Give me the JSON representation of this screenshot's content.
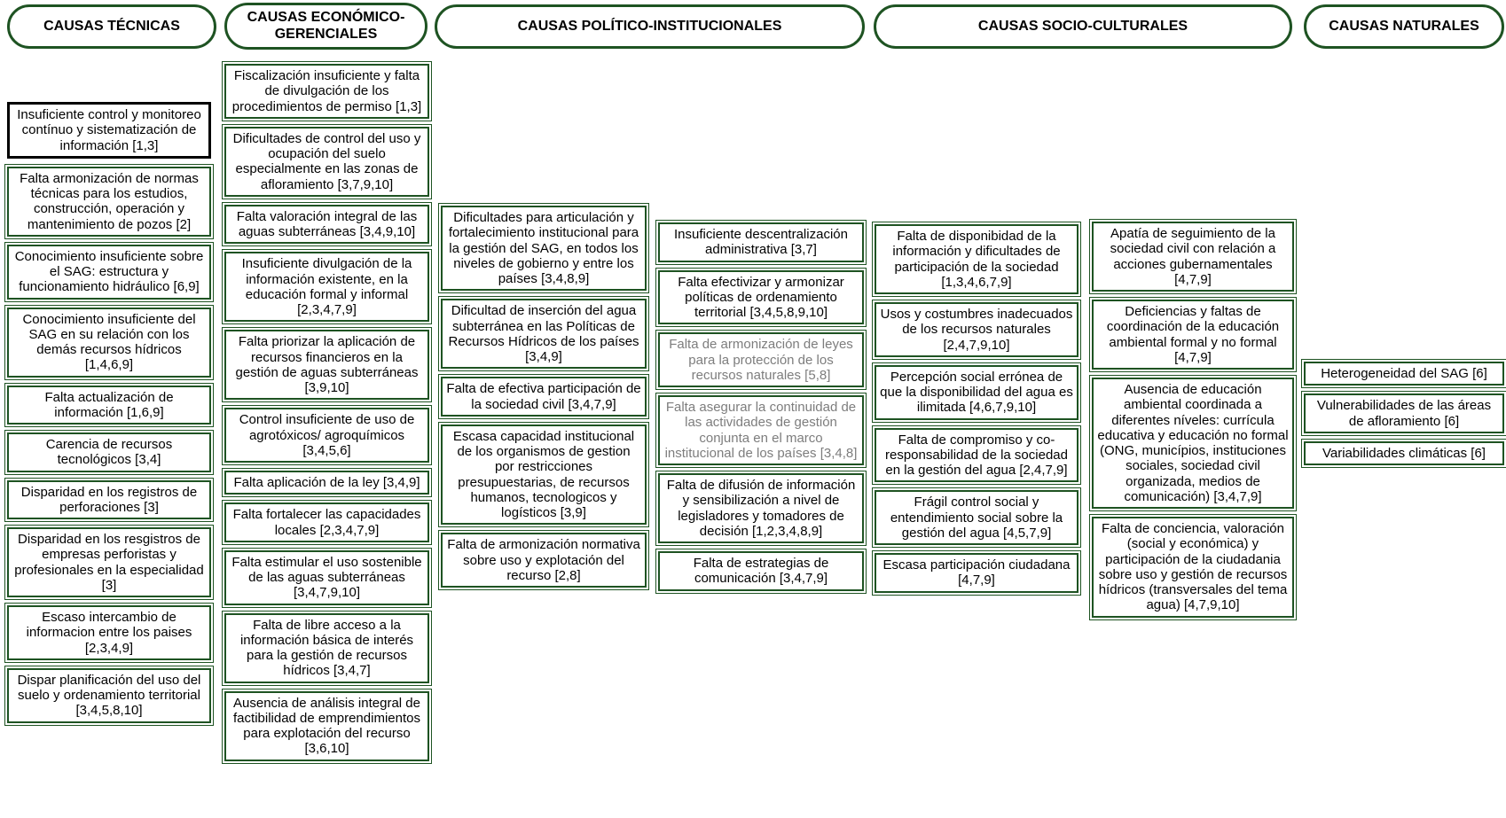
{
  "accent_colors": {
    "border_green": "#1e5322",
    "border_black": "#000000",
    "muted_text_gray": "#7d7d7d"
  },
  "columns": {
    "tecnicas": {
      "header": "CAUSAS TÉCNICAS",
      "boxes": [
        {
          "text": "Insuficiente control y monitoreo contínuo y sistematización de información [1,3]",
          "variant": "black"
        },
        {
          "text": "Falta armonización de normas técnicas para los estudios, construcción, operación y mantenimiento de pozos [2]"
        },
        {
          "text": "Conocimiento insuficiente sobre el SAG: estructura y funcionamiento hidráulico [6,9]"
        },
        {
          "text": "Conocimiento insuficiente del SAG en su relación con los demás recursos hídricos [1,4,6,9]"
        },
        {
          "text": "Falta actualización de información [1,6,9]"
        },
        {
          "text": "Carencia de recursos tecnológicos [3,4]"
        },
        {
          "text": "Disparidad en los registros de perforaciones [3]"
        },
        {
          "text": "Disparidad en los resgistros de empresas perforistas y profesionales en la especialidad [3]"
        },
        {
          "text": "Escaso intercambio de informacion entre los paises [2,3,4,9]"
        },
        {
          "text": "Dispar planificación del uso del suelo y ordenamiento territorial [3,4,5,8,10]"
        }
      ]
    },
    "economico": {
      "header": "CAUSAS ECONÓMICO-GERENCIALES",
      "boxes": [
        {
          "text": "Fiscalización insuficiente y falta de divulgación de los procedimientos de permiso [1,3]"
        },
        {
          "text": "Dificultades de control del uso y ocupación del suelo especialmente en las zonas de afloramiento [3,7,9,10]"
        },
        {
          "text": "Falta valoración integral de las aguas subterráneas [3,4,9,10]"
        },
        {
          "text": "Insuficiente divulgación de la información existente, en la educación formal y informal [2,3,4,7,9]"
        },
        {
          "text": "Falta priorizar la aplicación de recursos financieros en la gestión de aguas subterráneas [3,9,10]"
        },
        {
          "text": "Control insuficiente de uso de agrotóxicos/ agroquímicos [3,4,5,6]"
        },
        {
          "text": "Falta aplicación de la ley [3,4,9]"
        },
        {
          "text": "Falta fortalecer las capacidades locales [2,3,4,7,9]"
        },
        {
          "text": "Falta estimular el uso sostenible de las aguas subterráneas [3,4,7,9,10]"
        },
        {
          "text": "Falta de libre acceso a la información básica de interés para la gestión de recursos hídricos [3,4,7]"
        },
        {
          "text": "Ausencia de análisis integral de factibilidad de emprendimientos para explotación del recurso [3,6,10]"
        }
      ]
    },
    "politico": {
      "header": "CAUSAS POLÍTICO-INSTITUCIONALES",
      "sub1": [
        {
          "text": "Dificultades para articulación y fortalecimiento institucional para la gestión del SAG, en todos los niveles de gobierno y entre los países [3,4,8,9]"
        },
        {
          "text": "Dificultad de inserción del agua subterránea en las Políticas de Recursos Hídricos de los países [3,4,9]"
        },
        {
          "text": "Falta de efectiva participación de la sociedad civil [3,4,7,9]"
        },
        {
          "text": "Escasa capacidad institucional de los organismos de gestion por restricciones presupuestarias, de recursos humanos, tecnologicos y logísticos [3,9]"
        },
        {
          "text": "Falta de armonización normativa sobre uso y explotación del recurso [2,8]"
        }
      ],
      "sub2": [
        {
          "text": "Insuficiente descentralización administrativa [3,7]"
        },
        {
          "text": "Falta efectivizar y armonizar políticas de ordenamiento territorial [3,4,5,8,9,10]"
        },
        {
          "text": "Falta de armonización de leyes para la protección de los recursos naturales [5,8]",
          "variant": "gray-text"
        },
        {
          "text": "Falta asegurar la continuidad de las actividades de gestión conjunta en el marco institucional de los países [3,4,8]",
          "variant": "gray-text"
        },
        {
          "text": "Falta de difusión de información y sensibilización a nivel de legisladores y tomadores de decisión [1,2,3,4,8,9]"
        },
        {
          "text": "Falta de estrategias de comunicación [3,4,7,9]"
        }
      ]
    },
    "socio": {
      "header": "CAUSAS SOCIO-CULTURALES",
      "sub1": [
        {
          "text": "Falta de disponibidad de la información y dificultades de participación de la sociedad [1,3,4,6,7,9]"
        },
        {
          "text": "Usos y costumbres inadecuados de los recursos naturales [2,4,7,9,10]"
        },
        {
          "text": "Percepción social errónea de que la disponibilidad del agua es ilimitada [4,6,7,9,10]"
        },
        {
          "text": "Falta de compromiso y co-responsabilidad de la sociedad en la gestión del agua [2,4,7,9]"
        },
        {
          "text": "Frágil control social y entendimiento social sobre la gestión del agua [4,5,7,9]"
        },
        {
          "text": "Escasa participación ciudadana [4,7,9]"
        }
      ],
      "sub2": [
        {
          "text": "Apatía de seguimiento de la sociedad civil con relación a acciones gubernamentales [4,7,9]"
        },
        {
          "text": "Deficiencias y faltas de coordinación de la educación ambiental formal y no formal [4,7,9]"
        },
        {
          "text": "Ausencia de educación ambiental coordinada a diferentes níveles: currícula educativa y educación no formal (ONG, municípios, instituciones sociales, sociedad civil organizada, medios de comunicación) [3,4,7,9]"
        },
        {
          "text": "Falta de conciencia, valoración (social y económica) y participación de la ciudadania sobre uso y gestión de recursos hídricos (transversales del tema agua) [4,7,9,10]"
        }
      ]
    },
    "naturales": {
      "header": "CAUSAS NATURALES",
      "boxes": [
        {
          "text": "Heterogeneidad del SAG [6]"
        },
        {
          "text": "Vulnerabilidades de las áreas de afloramiento [6]"
        },
        {
          "text": "Variabilidades climáticas [6]"
        }
      ]
    }
  }
}
